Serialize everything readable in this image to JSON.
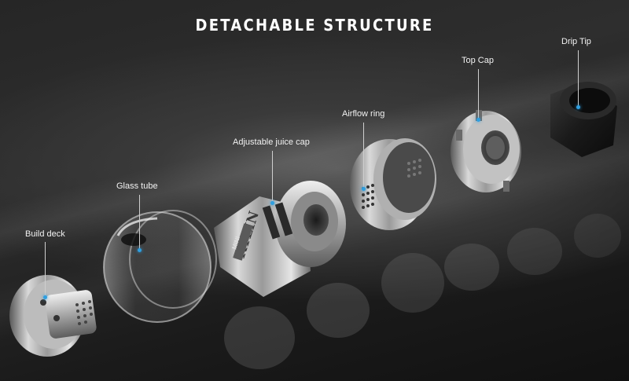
{
  "heading": "DETACHABLE STRUCTURE",
  "callouts": {
    "build_deck": "Build deck",
    "glass_tube": "Glass tube",
    "juice_cap": "Adjustable juice cap",
    "airflow_ring": "Airflow ring",
    "top_cap": "Top Cap",
    "drip_tip": "Drip Tip"
  },
  "engraving": {
    "brand": "KYLIN",
    "model": "MINI"
  },
  "colors": {
    "accent_dot": "#2f9fe0",
    "text": "#ffffff"
  }
}
